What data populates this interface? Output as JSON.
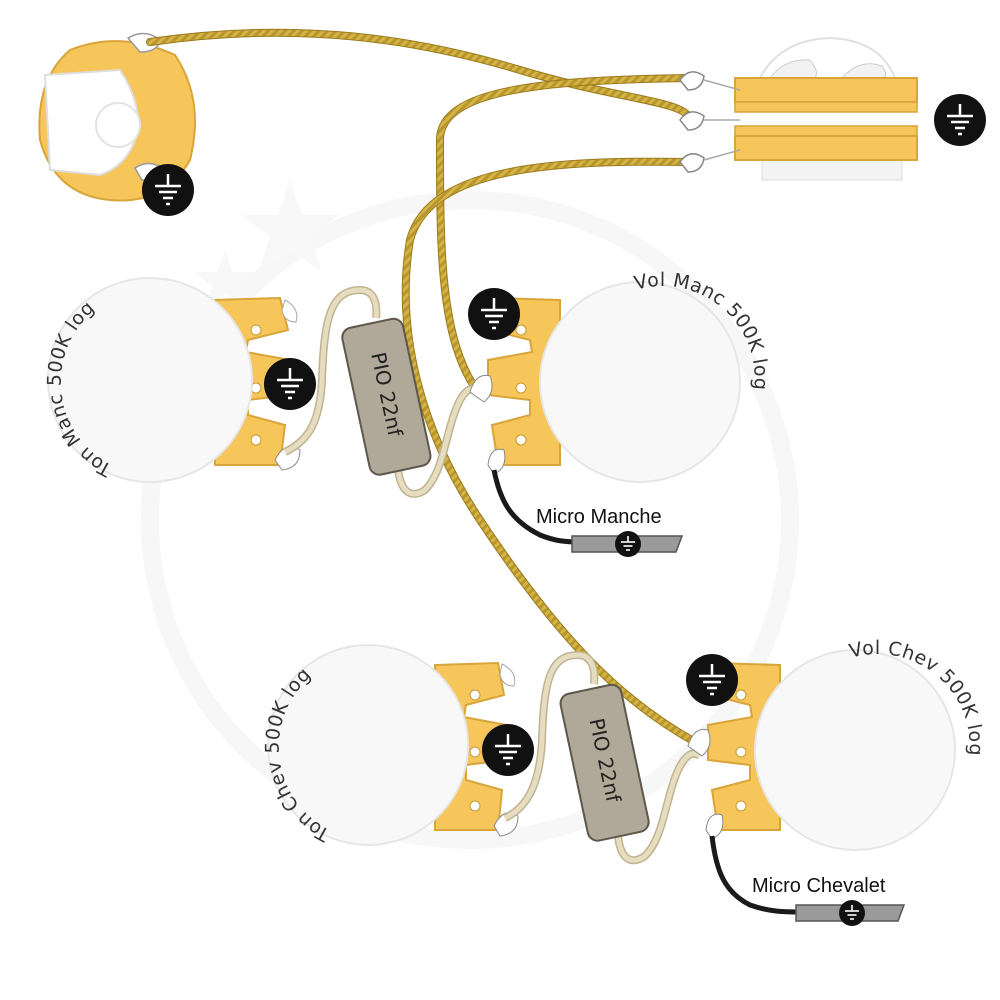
{
  "diagram": {
    "pots": {
      "ton_manc": "Ton Manc 500K log",
      "vol_manc": "Vol Manc 500K log",
      "ton_chev": "Ton Chev 500K log",
      "vol_chev": "Vol Chev 500K log"
    },
    "caps": {
      "upper": "PIO 22nf",
      "lower": "PIO 22nf"
    },
    "pickups": {
      "neck": "Micro Manche",
      "bridge": "Micro Chevalet"
    },
    "colors": {
      "lug": "#f6c65b",
      "lug_stroke": "#d9a43a",
      "braid": "#d4b446",
      "cap_body": "#b0a898",
      "cap_wire": "#e6dcc0",
      "ground_badge": "#111111",
      "pickup_wire": "#1a1a1a"
    },
    "icons": {
      "ground": "ground-symbol-icon",
      "watermark": "star-logo-watermark"
    }
  }
}
